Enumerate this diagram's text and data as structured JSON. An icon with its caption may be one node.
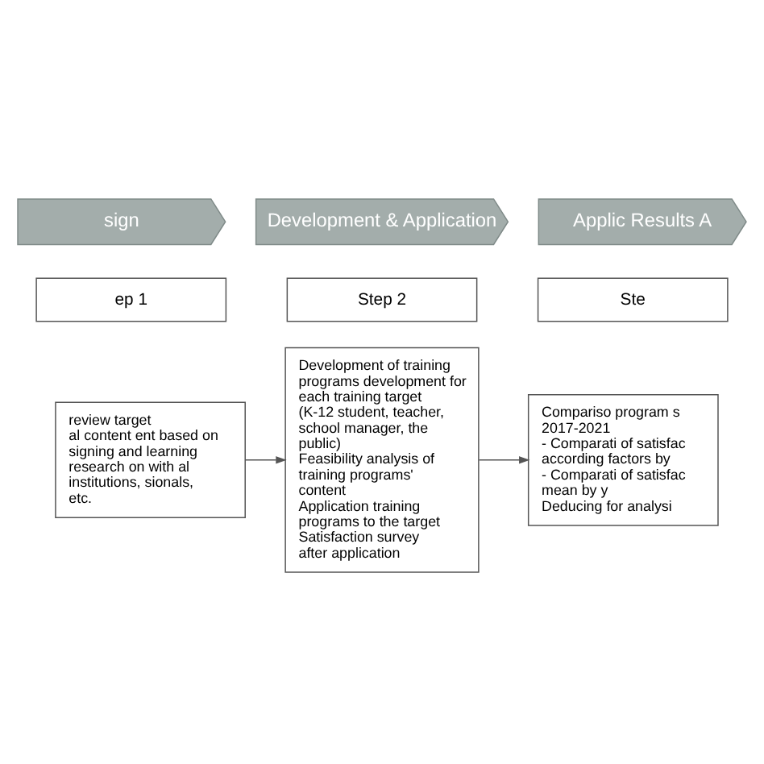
{
  "diagram": {
    "nodes": [
      {
        "text": [
          "sign"
        ]
      },
      {
        "text": [
          "Development & Application"
        ]
      },
      {
        "text": [
          "Applic Results A"
        ]
      },
      {
        "text": [
          "ep 1"
        ]
      },
      {
        "text": [
          "Step 2"
        ]
      },
      {
        "text": [
          "Ste"
        ]
      },
      {
        "text": [
          "review target",
          "al content ent based on signing and learning research on with al institutions, sionals, etc."
        ]
      },
      {
        "text": [
          "Development of training programs development for each training target (K-12 student, teacher, school manager, the public)",
          "Feasibility analysis of training programs' content",
          "Application training programs to the target",
          "Satisfaction survey after application"
        ]
      },
      {
        "text": [
          "Compariso program s 2017-2021",
          "- Comparati of satisfac according factors by",
          "- Comparati of satisfac mean by y",
          "Deducing for analysi"
        ]
      }
    ],
    "edges": [
      {
        "from": 6,
        "to": 7,
        "arrow": "to"
      },
      {
        "from": 7,
        "to": 8,
        "arrow": "to"
      }
    ]
  }
}
